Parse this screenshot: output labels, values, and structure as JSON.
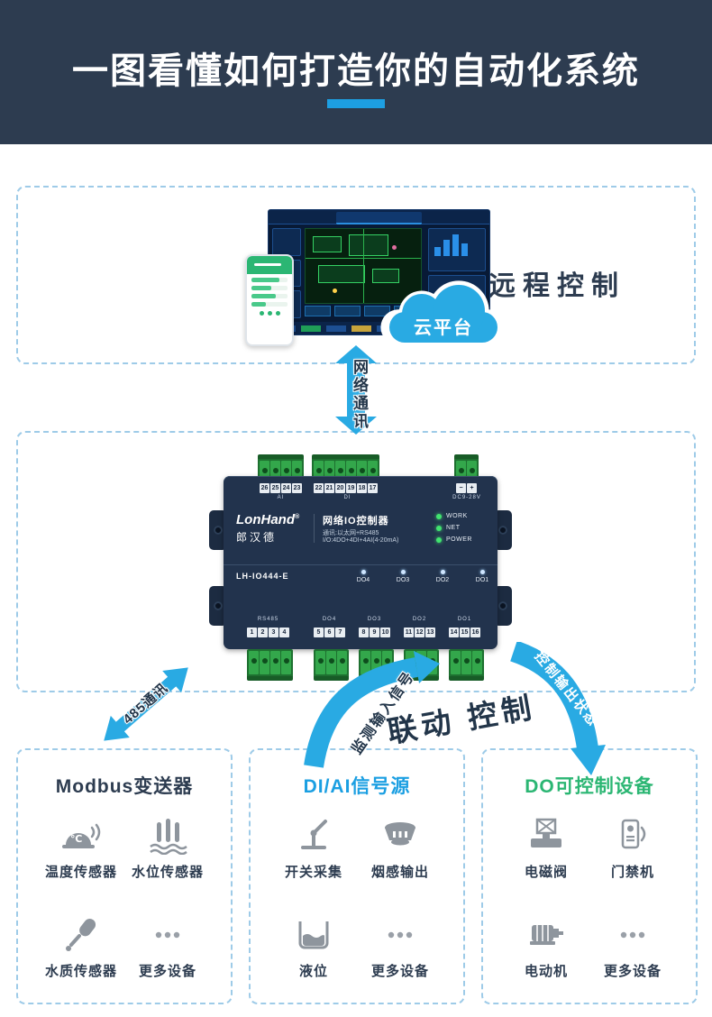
{
  "header": {
    "title": "一图看懂如何打造你的自动化系统"
  },
  "colors": {
    "navy": "#2d3c50",
    "accent_blue": "#29aae3",
    "green": "#2bb673",
    "terminal_green": "#33a74b"
  },
  "remote_section": {
    "label": "远程控制",
    "cloud_label": "云平台"
  },
  "network_arrow": {
    "label": "网络通讯"
  },
  "device": {
    "brand": "LonHand",
    "reg_mark": "®",
    "brand_cn": "郎汉德",
    "product_title": "网络IO控制器",
    "spec_line1": "通讯:以太网+RS485",
    "spec_line2": "I/O:4DO+4DI+4AI(4-20mA)",
    "model": "LH-IO444-E",
    "status_leds": [
      "WORK",
      "NET",
      "POWER"
    ],
    "do_leds": [
      "DO4",
      "DO3",
      "DO2",
      "DO1"
    ],
    "top_terminals_a": [
      "26",
      "25",
      "24",
      "23"
    ],
    "top_caption_a": "AI",
    "top_terminals_b": [
      "22",
      "21",
      "20",
      "19",
      "18",
      "17"
    ],
    "top_caption_b": "DI",
    "power_terminals": [
      "−",
      "+"
    ],
    "power_caption": "DC9-28V",
    "bottom_left_caption": "RS485",
    "bottom_left_terminals": [
      "1",
      "2",
      "3",
      "4"
    ],
    "bottom_groups": [
      {
        "label": "DO4",
        "terminals": [
          "5",
          "6",
          "7"
        ]
      },
      {
        "label": "DO3",
        "terminals": [
          "8",
          "9",
          "10"
        ]
      },
      {
        "label": "DO2",
        "terminals": [
          "11",
          "12",
          "13"
        ]
      },
      {
        "label": "DO1",
        "terminals": [
          "14",
          "15",
          "16"
        ]
      }
    ]
  },
  "flow_labels": {
    "rs485": "485通讯",
    "monitor_input": "监测输入信号",
    "linkage": "联动 控制",
    "control_output": "控制输出状态"
  },
  "category_boxes": [
    {
      "title": "Modbus变送器",
      "accent": "#2d3c50",
      "items": [
        {
          "label": "温度传感器",
          "icon": "temperature-sensor-icon"
        },
        {
          "label": "水位传感器",
          "icon": "water-level-sensor-icon"
        },
        {
          "label": "水质传感器",
          "icon": "water-quality-sensor-icon"
        },
        {
          "label": "更多设备",
          "icon": "more-devices-icon"
        }
      ]
    },
    {
      "title": "DI/AI信号源",
      "accent": "#1b9fe2",
      "items": [
        {
          "label": "开关采集",
          "icon": "switch-capture-icon"
        },
        {
          "label": "烟感输出",
          "icon": "smoke-detector-icon"
        },
        {
          "label": "液位",
          "icon": "liquid-level-icon"
        },
        {
          "label": "更多设备",
          "icon": "more-devices-icon"
        }
      ]
    },
    {
      "title": "DO可控制设备",
      "accent": "#2bb673",
      "items": [
        {
          "label": "电磁阀",
          "icon": "solenoid-valve-icon"
        },
        {
          "label": "门禁机",
          "icon": "access-control-icon"
        },
        {
          "label": "电动机",
          "icon": "motor-icon"
        },
        {
          "label": "更多设备",
          "icon": "more-devices-icon"
        }
      ]
    }
  ]
}
